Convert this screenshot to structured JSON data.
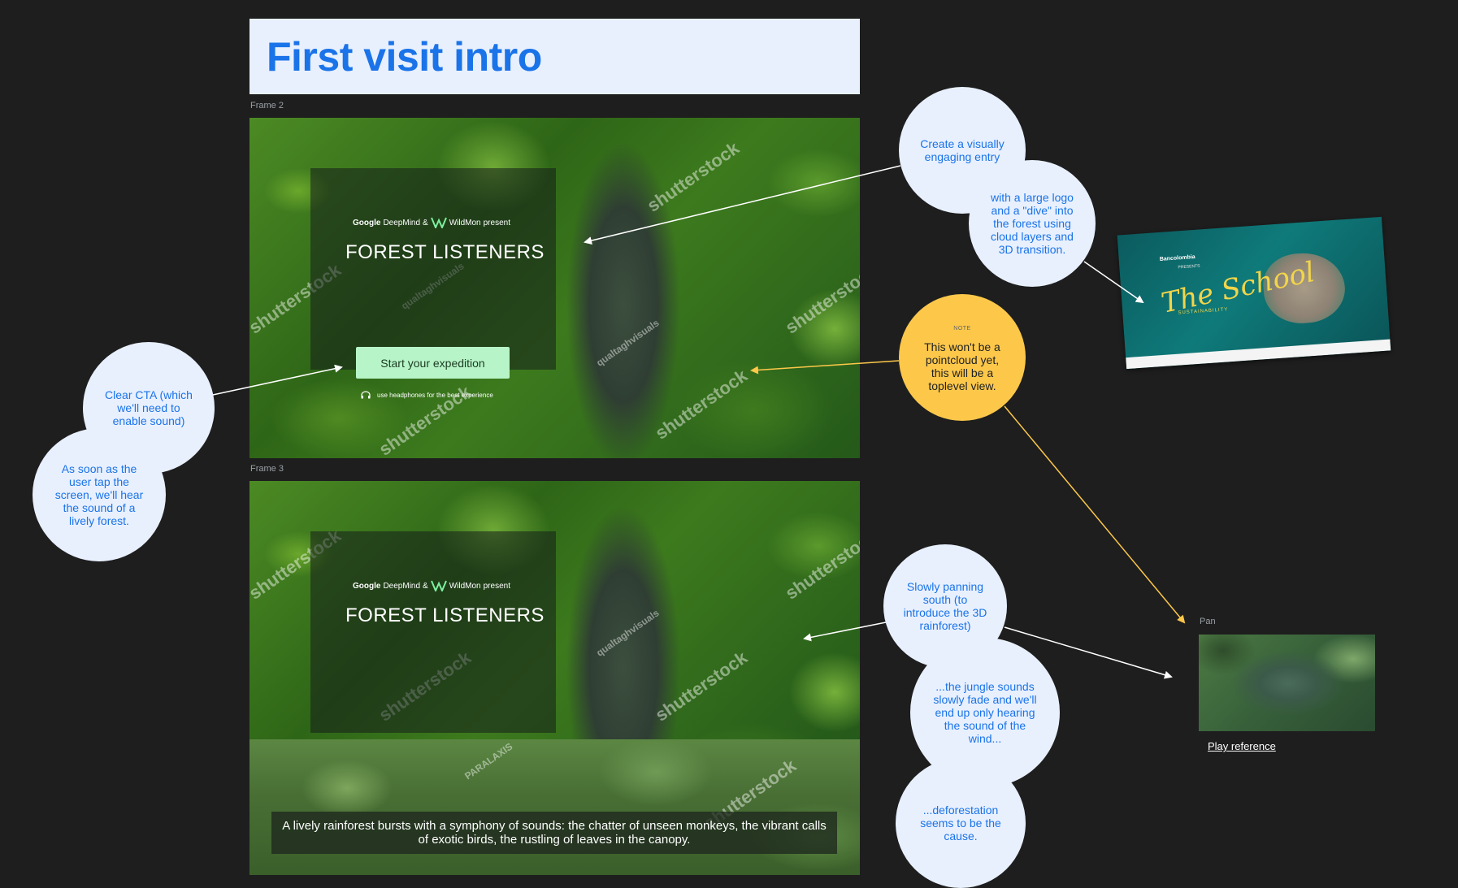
{
  "board": {
    "title": "First visit intro",
    "frame2_label": "Frame 2",
    "frame3_label": "Frame 3",
    "pan_label": "Pan",
    "play_reference": "Play reference"
  },
  "intro_screen": {
    "brand_google": "Google",
    "brand_deepmind": "DeepMind",
    "brand_amp": "&",
    "brand_wildmon": "WildMon",
    "brand_present": "present",
    "title": "FOREST LISTENERS",
    "cta": "Start your expedition",
    "hint": "use headphones for the best experience",
    "caption": "A lively rainforest bursts with a symphony of sounds: the chatter of unseen monkeys, the vibrant calls of exotic birds, the rustling of leaves in the canopy."
  },
  "watermarks": {
    "shutterstock": "shutterstock",
    "qualtaghvisuals": "qualtaghvisuals",
    "paralaxis": "PARALAXIS"
  },
  "reference_card": {
    "brand": "Bancolombia",
    "presents": "PRESENTS",
    "school": "The School",
    "sub": "SUSTAINABILITY"
  },
  "notes": {
    "entry": "Create a visually engaging entry",
    "logo": "with a large logo and a \"dive\" into the forest using cloud layers and 3D transition.",
    "cta": "Clear CTA (which we'll need to enable sound)",
    "tap": "As soon as the user tap the screen, we'll hear the sound of a lively forest.",
    "note_tag": "NOTE",
    "pointcloud": "This won't be a pointcloud yet, this will be a toplevel view.",
    "panning": "Slowly panning south (to introduce the 3D rainforest)",
    "jungle": "...the jungle sounds slowly fade and we'll end up only hearing the sound of the wind...",
    "deforestation": "...deforestation seems to be the cause."
  },
  "colors": {
    "canvas": "#1e1e1e",
    "title_bg": "#e8f0fe",
    "title_text": "#1a73e8",
    "bubble": "#e8f0fe",
    "note": "#fdc84a",
    "cta": "#b7f5c8",
    "arrow_white": "#ffffff",
    "arrow_yellow": "#fdc84a"
  },
  "icons": {
    "logo": "wildmon-logo-icon",
    "headphones": "headphones-icon"
  }
}
